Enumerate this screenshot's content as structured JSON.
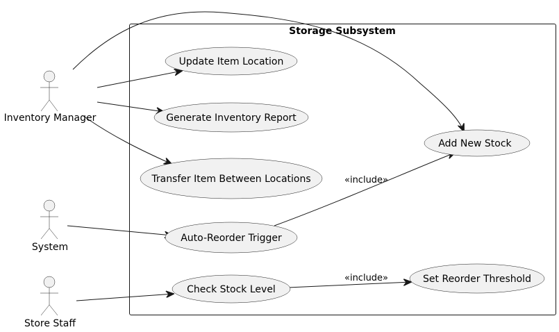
{
  "system": {
    "title": "Storage Subsystem"
  },
  "actors": {
    "inventory_manager": "Inventory Manager",
    "system": "System",
    "store_staff": "Store Staff"
  },
  "use_cases": {
    "update_item_location": "Update Item Location",
    "generate_inventory_report": "Generate Inventory Report",
    "transfer_item": "Transfer Item Between Locations",
    "auto_reorder_trigger": "Auto-Reorder Trigger",
    "check_stock_level": "Check Stock Level",
    "add_new_stock": "Add New Stock",
    "set_reorder_threshold": "Set Reorder Threshold"
  },
  "relations": {
    "include_add_new_stock": "«include»",
    "include_set_reorder_threshold": "«include»"
  },
  "colors": {
    "line": "#181818",
    "shape_fill": "#f1f1f1",
    "background": "#ffffff"
  }
}
